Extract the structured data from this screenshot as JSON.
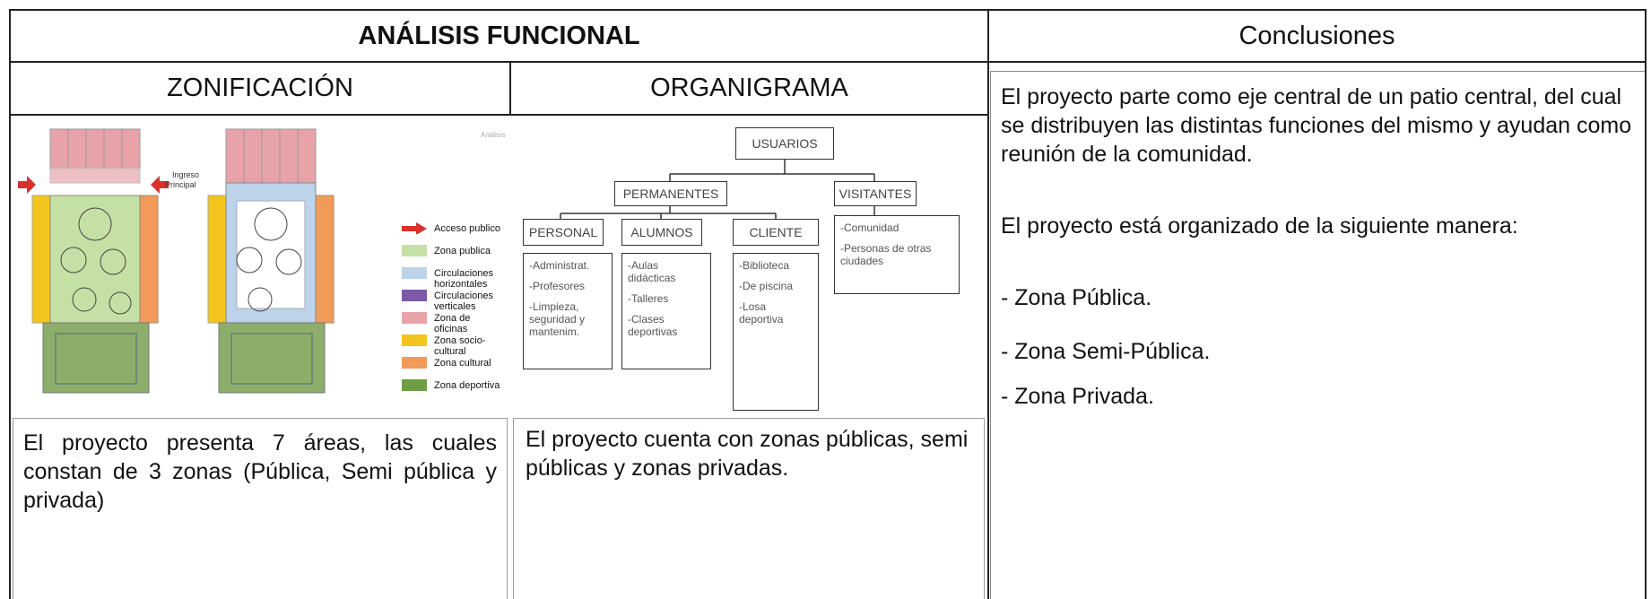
{
  "header": {
    "main_title": "ANÁLISIS FUNCIONAL",
    "conclusions_title": "Conclusiones",
    "zonificacion": "ZONIFICACIÓN",
    "organigrama": "ORGANIGRAMA"
  },
  "zonificacion_figure": {
    "ingreso_label_1": "Ingreso",
    "ingreso_label_2": "Principal",
    "corner_label": "Análisis",
    "legend": [
      {
        "label": "Acceso publico",
        "color": "#d9302a"
      },
      {
        "label": "Zona publica",
        "color": "#c5e0a5"
      },
      {
        "label": "Circulaciones horizontales",
        "color": "#bcd3ea"
      },
      {
        "label": "Circulaciones verticales",
        "color": "#7a5aa6"
      },
      {
        "label": "Zona de oficinas",
        "color": "#e8a3a8"
      },
      {
        "label": "Zona socio- cultural",
        "color": "#f3c41c"
      },
      {
        "label": "Zona cultural",
        "color": "#f29a5a"
      },
      {
        "label": "Zona deportiva",
        "color": "#6f9d46"
      }
    ]
  },
  "organigrama_figure": {
    "root": "USUARIOS",
    "level1": [
      "PERMANENTES",
      "VISITANTES"
    ],
    "level2": [
      "PERSONAL",
      "ALUMNOS",
      "CLIENTE",
      "-Comunidad"
    ],
    "visitantes_extra": "-Personas de otras ciudades",
    "personal_items": [
      "-Administrat.",
      "-Profesores",
      "-Limpieza, seguridad y mantenim."
    ],
    "alumnos_items": [
      "-Aulas didácticas",
      "-Talleres",
      "-Clases deportivas"
    ],
    "cliente_items": [
      "-Biblioteca",
      "-De piscina",
      "-Losa deportiva"
    ]
  },
  "body": {
    "zonificacion_text": "El proyecto presenta 7 áreas, las cuales constan de 3 zonas (Pública, Semi pública y privada)",
    "organigrama_text": "El proyecto cuenta con zonas públicas, semi públicas y zonas privadas.",
    "conclusion_p1": "El proyecto parte como eje central de un patio central, del cual se distribuyen las distintas funciones del mismo y ayudan como reunión de la comunidad.",
    "conclusion_p2": "El proyecto está organizado de la siguiente manera:",
    "conclusion_items": [
      "- Zona Pública.",
      "- Zona Semi-Pública.",
      "- Zona Privada."
    ]
  }
}
